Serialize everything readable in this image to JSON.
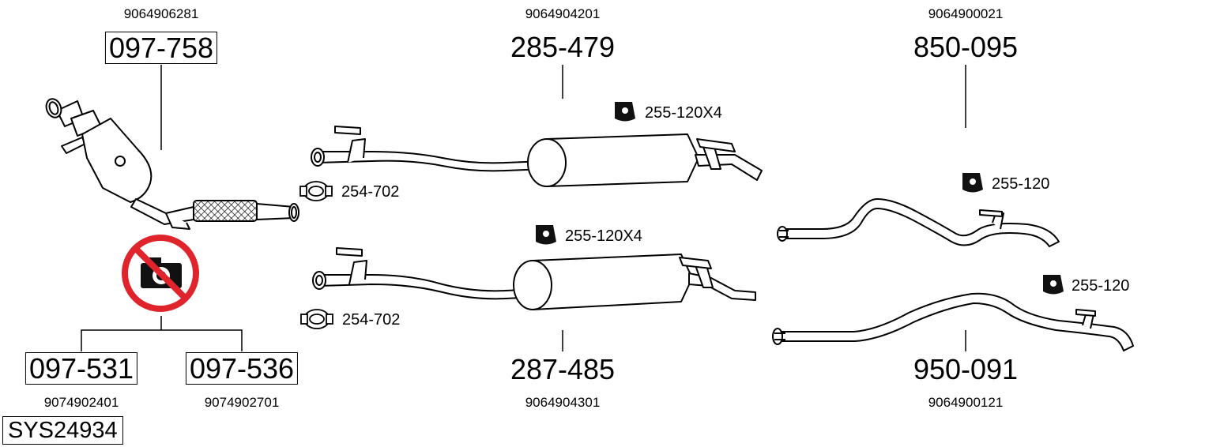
{
  "parts": {
    "front_cat": {
      "oem": "9064906281",
      "number": "097-758"
    },
    "centre_upper": {
      "oem": "9064904201",
      "number": "285-479"
    },
    "rear_upper": {
      "oem": "9064900021",
      "number": "850-095"
    },
    "alt_left": {
      "oem": "9074902401",
      "number": "097-531"
    },
    "alt_right": {
      "oem": "9074902701",
      "number": "097-536"
    },
    "centre_lower": {
      "oem": "9064904301",
      "number": "287-485"
    },
    "rear_lower": {
      "oem": "9064900121",
      "number": "950-091"
    }
  },
  "fittings": {
    "clamp_upper": "254-702",
    "clamp_lower": "254-702",
    "hanger_centre_upper": "255-120X4",
    "hanger_centre_lower": "255-120X4",
    "hanger_rear_upper": "255-120",
    "hanger_rear_lower": "255-120"
  },
  "system_number": "SYS24934",
  "icons": {
    "no_photo": "no-photo-icon",
    "hanger": "rubber-hanger-icon",
    "clamp": "pipe-clamp-icon"
  },
  "colors": {
    "no_photo_red": "#e0242b",
    "line": "#000000",
    "fill": "#ffffff"
  }
}
